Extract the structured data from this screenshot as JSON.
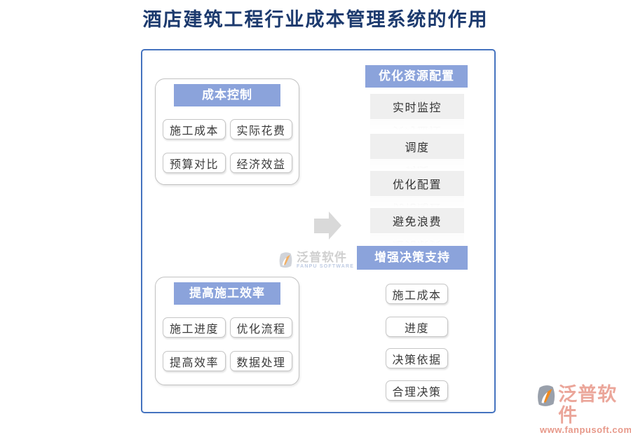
{
  "title": "酒店建筑工程行业成本管理系统的作用",
  "left_cards": [
    {
      "header": "成本控制",
      "items": [
        "施工成本",
        "实际花费",
        "预算对比",
        "经济效益"
      ]
    },
    {
      "header": "提高施工效率",
      "items": [
        "施工进度",
        "优化流程",
        "提高效率",
        "数据处理"
      ]
    }
  ],
  "right_sections": [
    {
      "header": "优化资源配置",
      "items": [
        "实时监控",
        "调度",
        "优化配置",
        "避免浪费"
      ]
    },
    {
      "header": "增强决策支持",
      "items": [
        "施工成本",
        "进度",
        "决策依据",
        "合理决策"
      ]
    }
  ],
  "watermark_center": {
    "brand": "泛普软件",
    "subtitle": "FANPU SOFTWARE"
  },
  "watermark_corner": {
    "brand": "泛普软件",
    "url": "www.fanpusoft.com"
  },
  "colors": {
    "header_bg": "#8BA3DB",
    "title_text": "#1C3A6E",
    "frame_border": "#4573BF",
    "gray_item_bg": "#EFEFEF",
    "arrow": "#D9D9D9",
    "watermark_coral": "#DE705C"
  }
}
